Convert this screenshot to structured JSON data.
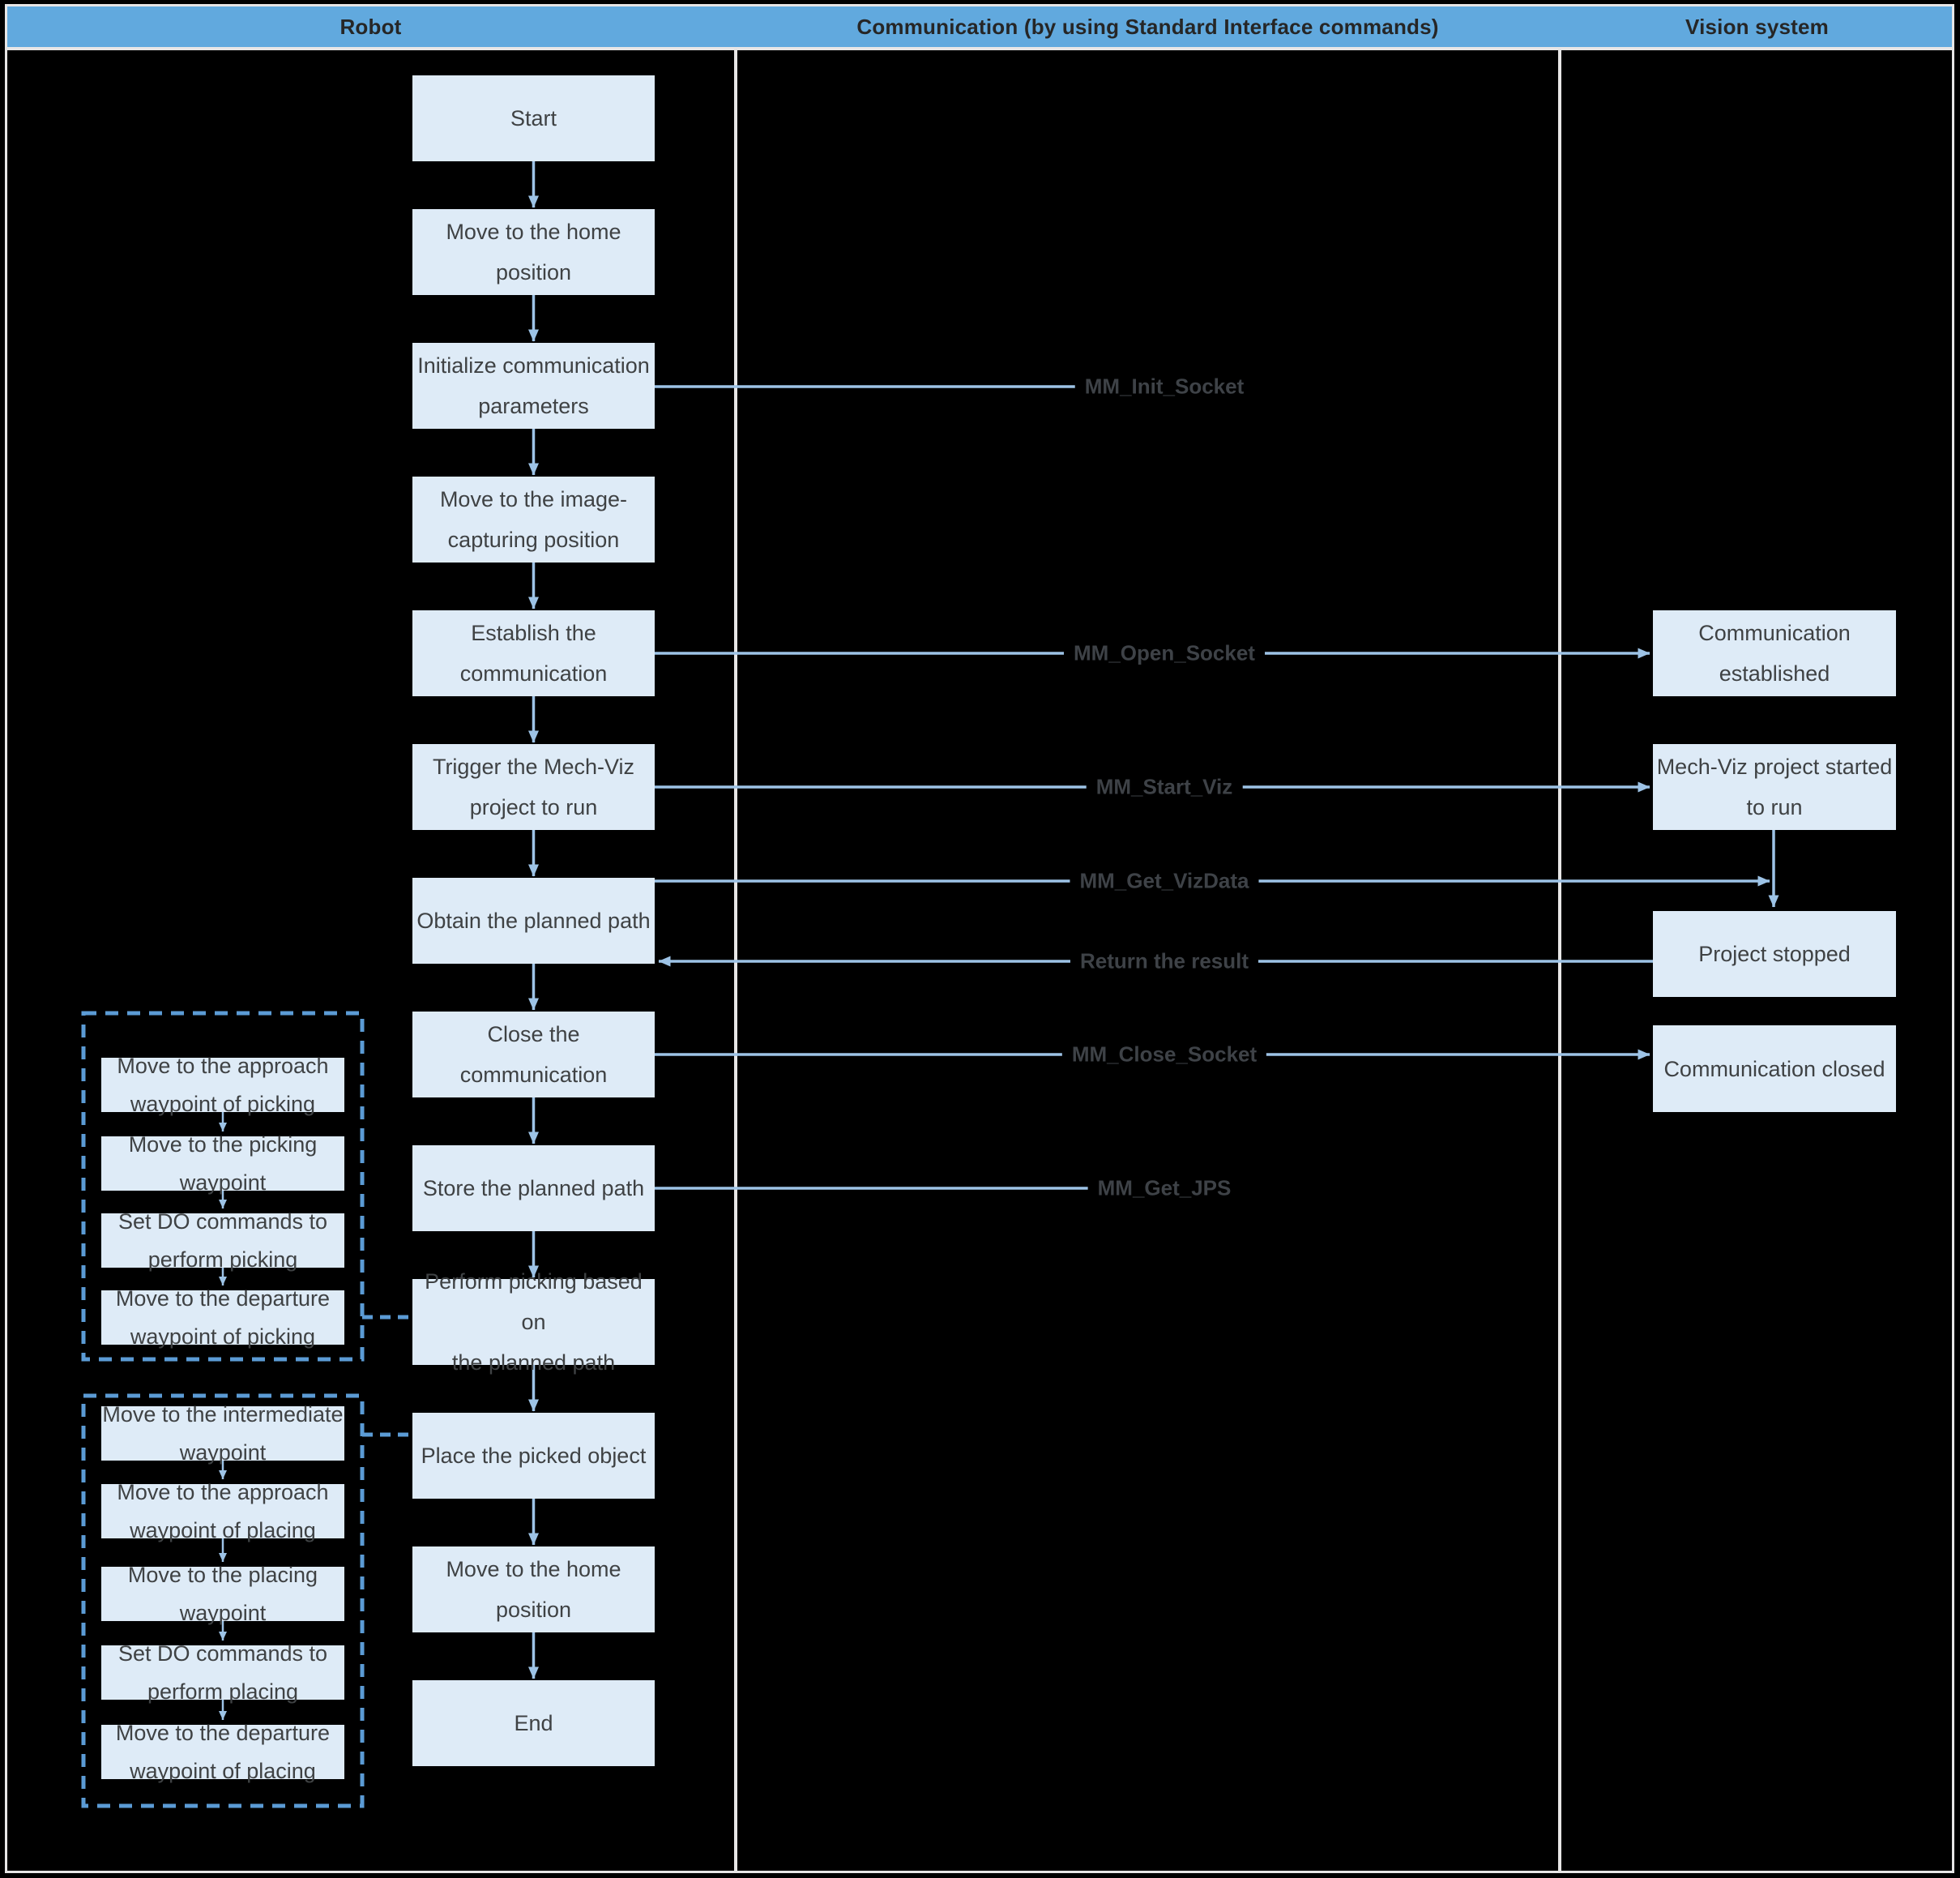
{
  "header": {
    "columns": [
      {
        "label": "Robot"
      },
      {
        "label": "Communication (by using Standard Interface commands)"
      },
      {
        "label": "Vision system"
      }
    ]
  },
  "robot_flow": [
    {
      "text": "Start"
    },
    {
      "text": "Move to the home\nposition"
    },
    {
      "text": "Initialize communication\nparameters"
    },
    {
      "text": "Move to the image-\ncapturing position"
    },
    {
      "text": "Establish the\ncommunication"
    },
    {
      "text": "Trigger the Mech-Viz\nproject to run"
    },
    {
      "text": "Obtain the planned path"
    },
    {
      "text": "Close the communication"
    },
    {
      "text": "Store the planned path"
    },
    {
      "text": "Perform picking based on\nthe planned path"
    },
    {
      "text": "Place the picked object"
    },
    {
      "text": "Move to the home\nposition"
    },
    {
      "text": "End"
    }
  ],
  "vision_flow": [
    {
      "text": "Communication\nestablished"
    },
    {
      "text": "Mech-Viz project started\nto run"
    },
    {
      "text": "Project stopped"
    },
    {
      "text": "Communication closed"
    }
  ],
  "comm_labels": [
    {
      "text": "MM_Init_Socket"
    },
    {
      "text": "MM_Open_Socket"
    },
    {
      "text": "MM_Start_Viz"
    },
    {
      "text": "MM_Get_VizData"
    },
    {
      "text": "Return the result"
    },
    {
      "text": "MM_Close_Socket"
    },
    {
      "text": "MM_Get_JPS"
    }
  ],
  "picking_group": {
    "steps": [
      {
        "text": "Move to the approach\nwaypoint of picking"
      },
      {
        "text": "Move to the picking\nwaypoint"
      },
      {
        "text": "Set DO commands to\nperform picking"
      },
      {
        "text": "Move to the departure\nwaypoint of picking"
      }
    ]
  },
  "placing_group": {
    "steps": [
      {
        "text": "Move to the intermediate\nwaypoint"
      },
      {
        "text": "Move to the approach\nwaypoint of placing"
      },
      {
        "text": "Move to the placing\nwaypoint"
      },
      {
        "text": "Set DO commands to\nperform placing"
      },
      {
        "text": "Move to the departure\nwaypoint of placing"
      }
    ]
  },
  "colors": {
    "background": "#000000",
    "header_fill": "#61A9DE",
    "box_fill": "#DEEBF7",
    "connector": "#9DC3E6",
    "dashed": "#5B9BD5",
    "frame": "#E7E6E6",
    "box_text": "#3F4244",
    "label_text": "#3E4247"
  }
}
